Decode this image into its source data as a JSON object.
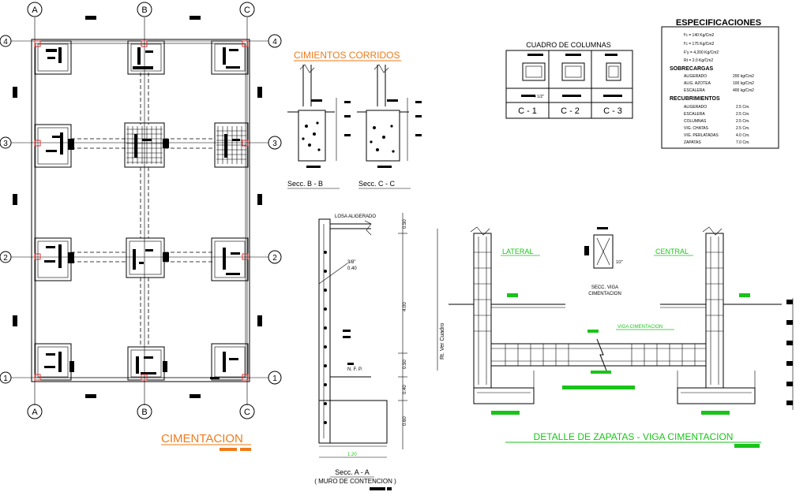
{
  "plan": {
    "grid_cols": [
      "A",
      "B",
      "C"
    ],
    "grid_rows": [
      "4",
      "3",
      "2",
      "1"
    ],
    "title": "CIMENTACION"
  },
  "cimientos": {
    "title": "CIMIENTOS CORRIDOS",
    "sec_b": "Secc. B - B",
    "sec_c": "Secc. C - C"
  },
  "muro": {
    "label_losa": "LOSA ALIGERADO",
    "label_nfp": "N. F. P.",
    "label_rebar": "3/8\"",
    "label_spacing": "0.40",
    "dim_top": "0.50",
    "dim_mid": "4.00",
    "dim_low": "0.50",
    "dim_b1": "0.40",
    "dim_b2": "0.60",
    "dim_width": "1.20",
    "section_title": "Secc. A - A",
    "section_sub": "( MURO DE CONTENCION )"
  },
  "columnas": {
    "title": "CUADRO  DE  COLUMNAS",
    "rebar_note": "4 1/2\"",
    "cols": [
      "C - 1",
      "C - 2",
      "C - 3"
    ]
  },
  "specs": {
    "title": "ESPECIFICACIONES",
    "lines": [
      "f'c = 140 Kg/Cm2",
      "f'c = 175 Kg/Cm2",
      "F'y = 4,200 Kg/Cm2",
      "Rt = 2.0 Kg/Cm2"
    ],
    "sobrecargas_title": "SOBRECARGAS",
    "sobrecargas": [
      {
        "name": "ALIGERADO",
        "value": "200 kg/Cm2"
      },
      {
        "name": "ALIG. AZOTEA",
        "value": "100 kg/Cm2"
      },
      {
        "name": "ESCALERA",
        "value": "400 kg/Cm2"
      }
    ],
    "recubrimientos_title": "RECUBRIMIENTOS",
    "recubrimientos": [
      {
        "name": "ALIGERADO",
        "value": "2.5 Cm."
      },
      {
        "name": "ESCALERA",
        "value": "2.5 Cm."
      },
      {
        "name": "COLUMNAS",
        "value": "2.5 Cm."
      },
      {
        "name": "VIG. CHATAS",
        "value": "2.5 Cm."
      },
      {
        "name": "VIG. PERLATADAS",
        "value": "4.0 Cm."
      },
      {
        "name": "ZAPATAS",
        "value": "7.0 Cm."
      }
    ]
  },
  "zapatas": {
    "lateral": "LATERAL",
    "central": "CENTRAL",
    "sec_viga": "SECC. VIGA",
    "sec_viga2": "CIMENTACION",
    "viga_label": "VIGA CIMENTACION",
    "rebar_label": "1/2\"",
    "side_label": "Rt. Ver Cuadro",
    "title": "DETALLE  DE  ZAPATAS - VIGA  CIMENTACION"
  },
  "colors": {
    "orange": "#f07a1a",
    "green": "#19c419",
    "red": "#e03030"
  }
}
